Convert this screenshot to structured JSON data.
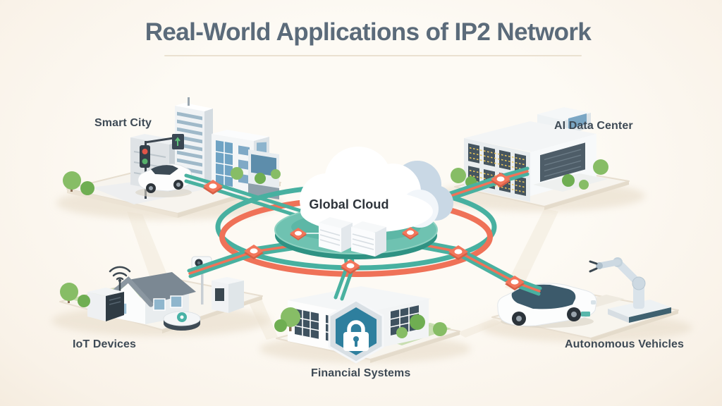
{
  "title": {
    "text": "Real-World Applications of IP2 Network"
  },
  "diagram": {
    "center": {
      "label": "Global Cloud",
      "icon": "cloud-icon",
      "platform_icon": "server-stack-icon"
    },
    "nodes": [
      {
        "id": "smart-city",
        "label": "Smart City",
        "icons": [
          "city-buildings-icon",
          "traffic-light-icon",
          "car-icon",
          "tree-icon"
        ]
      },
      {
        "id": "ai-data-center",
        "label": "AI Data Center",
        "icons": [
          "server-building-icon",
          "tree-icon"
        ]
      },
      {
        "id": "iot-devices",
        "label": "IoT Devices",
        "icons": [
          "smart-home-icon",
          "wifi-icon",
          "security-camera-icon",
          "smart-speaker-icon",
          "robot-vacuum-icon"
        ]
      },
      {
        "id": "financial-systems",
        "label": "Financial Systems",
        "icons": [
          "bank-building-icon",
          "lock-shield-icon",
          "tree-icon"
        ]
      },
      {
        "id": "autonomous-vehicles",
        "label": "Autonomous Vehicles",
        "icons": [
          "autonomous-car-icon",
          "robot-arm-icon"
        ]
      }
    ],
    "connections": [
      {
        "from": "global-cloud",
        "to": "smart-city"
      },
      {
        "from": "global-cloud",
        "to": "ai-data-center"
      },
      {
        "from": "global-cloud",
        "to": "iot-devices"
      },
      {
        "from": "global-cloud",
        "to": "financial-systems"
      },
      {
        "from": "global-cloud",
        "to": "autonomous-vehicles"
      }
    ],
    "rings": [
      {
        "color_name": "teal"
      },
      {
        "color_name": "orange"
      }
    ]
  },
  "colors": {
    "background": "#fbf6ee",
    "title_text": "#5b6b7a",
    "label_text": "#3e4a55",
    "teal_line": "#49b1a0",
    "teal_platform": "#5fbfae",
    "orange_ring": "#f0735a",
    "node_orange": "#f3765b",
    "shield_blue": "#2e7f9e",
    "tree_green": "#85bb63",
    "glass_blue": "#6fa3c4"
  }
}
